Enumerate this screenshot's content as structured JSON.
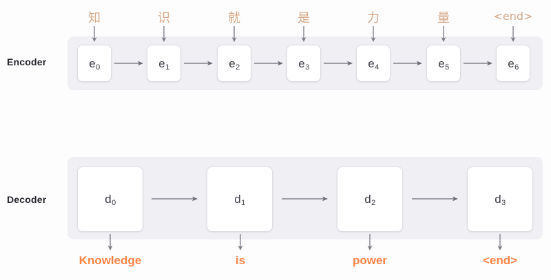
{
  "diagram": {
    "title_rows": {
      "encoder_label": "Encoder",
      "decoder_label": "Decoder"
    },
    "colors": {
      "band_background": "#f0f0f4",
      "cell_background": "#ffffff",
      "cell_border": "#dcdce2",
      "cell_text": "#3d3d46",
      "source_token": "#d6a785",
      "output_token": "#ff8243",
      "arrow": "#6b6b76",
      "row_label": "#25262b",
      "page_background": "#fdfdfe"
    },
    "encoder": {
      "label": "Encoder",
      "source_tokens": [
        {
          "text": "知",
          "script": "han"
        },
        {
          "text": "识",
          "script": "han"
        },
        {
          "text": "就",
          "script": "han"
        },
        {
          "text": "是",
          "script": "han"
        },
        {
          "text": "力",
          "script": "han"
        },
        {
          "text": "量",
          "script": "han"
        },
        {
          "text": "<end>",
          "script": "latin"
        }
      ],
      "cells": [
        {
          "base": "e",
          "sub": "0"
        },
        {
          "base": "e",
          "sub": "1"
        },
        {
          "base": "e",
          "sub": "2"
        },
        {
          "base": "e",
          "sub": "3"
        },
        {
          "base": "e",
          "sub": "4"
        },
        {
          "base": "e",
          "sub": "5"
        },
        {
          "base": "e",
          "sub": "6"
        }
      ],
      "flow_arrows_between_cells": 6,
      "input_arrows_down": 7
    },
    "decoder": {
      "label": "Decoder",
      "cells": [
        {
          "base": "d",
          "sub": "0"
        },
        {
          "base": "d",
          "sub": "1"
        },
        {
          "base": "d",
          "sub": "2"
        },
        {
          "base": "d",
          "sub": "3"
        }
      ],
      "output_tokens": [
        {
          "text": "Knowledge"
        },
        {
          "text": "is"
        },
        {
          "text": "power"
        },
        {
          "text": "<end>"
        }
      ],
      "flow_arrows_between_cells": 3,
      "output_arrows_down": 4
    }
  }
}
